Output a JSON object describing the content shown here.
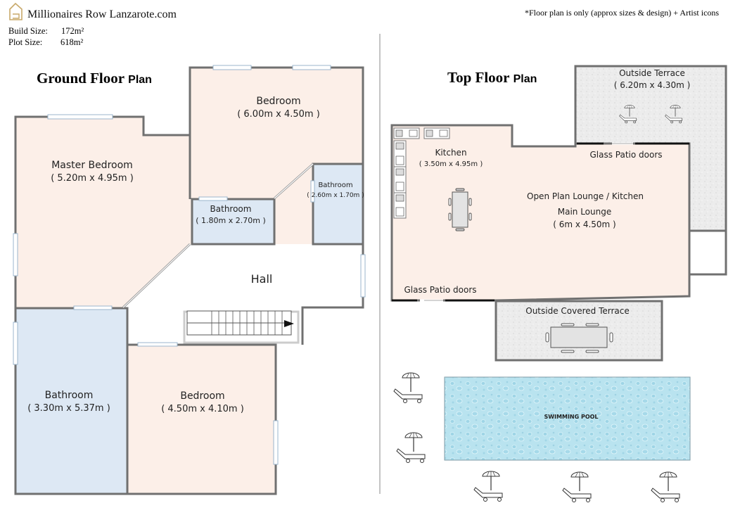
{
  "header": {
    "brand": "Millionaires Row Lanzarote.com",
    "build_size_label": "Build Size:",
    "build_size_value": "172m²",
    "plot_size_label": "Plot Size:",
    "plot_size_value": "618m²",
    "disclaimer": "*Floor plan  is only (approx sizes & design) + Artist icons"
  },
  "ground_floor": {
    "title_main": "Ground Floor",
    "title_suffix": "Plan",
    "rooms": {
      "master_bedroom": {
        "name": "Master Bedroom",
        "size": "( 5.20m x 4.95m )"
      },
      "bedroom_top": {
        "name": "Bedroom",
        "size": "( 6.00m x 4.50m )"
      },
      "bathroom_small": {
        "name": "Bathroom",
        "size": "( 1.80m x 2.70m )"
      },
      "bathroom_right": {
        "name": "Bathroom",
        "size": "( 2.60m x 1.70m )"
      },
      "hall": {
        "name": "Hall"
      },
      "bathroom_large": {
        "name": "Bathroom",
        "size": "( 3.30m x 5.37m )"
      },
      "bedroom_bottom": {
        "name": "Bedroom",
        "size": "( 4.50m x 4.10m )"
      }
    }
  },
  "top_floor": {
    "title_main": "Top Floor",
    "title_suffix": "Plan",
    "rooms": {
      "outside_terrace": {
        "name": "Outside Terrace",
        "size": "( 6.20m x 4.30m )"
      },
      "kitchen": {
        "name": "Kitchen",
        "size": "( 3.50m x 4.95m )"
      },
      "glass_doors_top": "Glass Patio doors",
      "open_plan": "Open Plan Lounge / Kitchen",
      "main_lounge": {
        "name": "Main Lounge",
        "size": "( 6m x 4.50m )"
      },
      "glass_doors_bottom": "Glass Patio doors",
      "covered_terrace": {
        "name": "Outside Covered Terrace"
      },
      "pool": {
        "name": "SWIMMING POOL"
      }
    }
  },
  "colors": {
    "wall": "#707070",
    "bedroom_fill": "#fcefe8",
    "bathroom_fill": "#dde8f4",
    "terrace_fill": "#ececec",
    "pool_fill": "#b9e3ef"
  }
}
